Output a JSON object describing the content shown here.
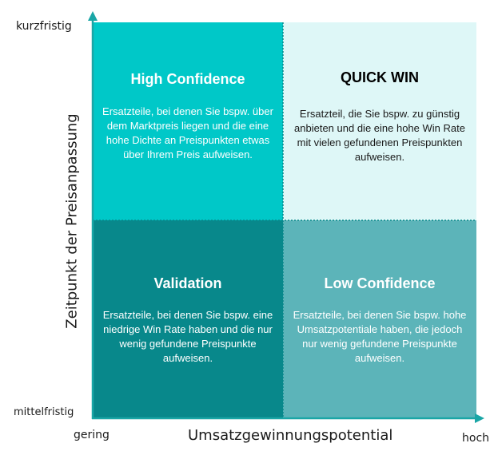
{
  "y_axis": {
    "title": "Zeitpunkt der Preisanpassung",
    "top_label": "kurzfristig",
    "bottom_label": "mittelfristig"
  },
  "x_axis": {
    "title": "Umsatzgewinnungspotential",
    "left_label": "gering",
    "right_label": "hoch"
  },
  "quadrants": {
    "top_left": {
      "title": "High Confidence",
      "body": "Ersatzteile, bei denen Sie bspw. über dem Marktpreis liegen und die eine hohe Dichte an Preispunkten etwas über Ihrem Preis aufweisen.",
      "color": "#00c8c8"
    },
    "top_right": {
      "title": "QUICK WIN",
      "body": "Ersatzteil, die Sie bspw. zu günstig anbieten und die eine hohe Win Rate mit vielen gefundenen Preispunkten aufweisen.",
      "color": "#def7f7"
    },
    "bottom_left": {
      "title": "Validation",
      "body": "Ersatzteile, bei denen Sie bspw. eine niedrige Win Rate haben und die nur wenig gefundene Preispunkte aufweisen.",
      "color": "#08888b"
    },
    "bottom_right": {
      "title": "Low Confidence",
      "body": "Ersatzteile, bei denen Sie bspw. hohe Umsatzpotentiale haben, die jedoch nur wenig gefundene Preispunkte aufweisen.",
      "color": "#5cb4b9"
    }
  },
  "colors": {
    "axis": "#1aa6a6"
  }
}
